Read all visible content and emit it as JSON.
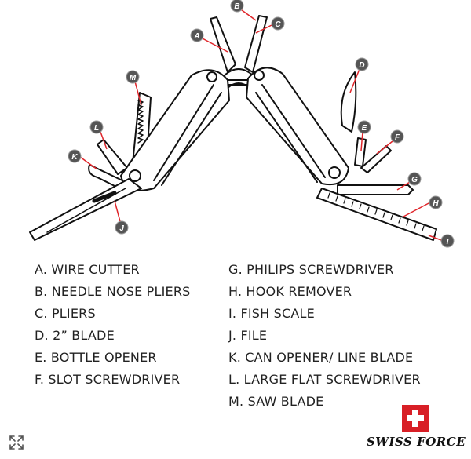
{
  "callouts": [
    "A",
    "B",
    "C",
    "D",
    "E",
    "F",
    "G",
    "H",
    "I",
    "J",
    "K",
    "L",
    "M"
  ],
  "legend": {
    "left": [
      "A. WIRE CUTTER",
      "B. NEEDLE NOSE PLIERS",
      "C. PLIERS",
      "D. 2” BLADE",
      "E. BOTTLE OPENER",
      "F. SLOT SCREWDRIVER"
    ],
    "right": [
      "G. PHILIPS SCREWDRIVER",
      "H. HOOK REMOVER",
      "I. FISH SCALE",
      "J. FILE",
      "K. CAN OPENER/ LINE BLADE",
      "L. LARGE FLAT SCREWDRIVER",
      "M. SAW BLADE"
    ]
  },
  "brand": {
    "name": "SWISS FORCE"
  },
  "colors": {
    "callout_line": "#e0262b",
    "badge_fill": "#555555",
    "brand_red": "#d81f26"
  },
  "icons": {
    "expand": "expand-icon"
  }
}
